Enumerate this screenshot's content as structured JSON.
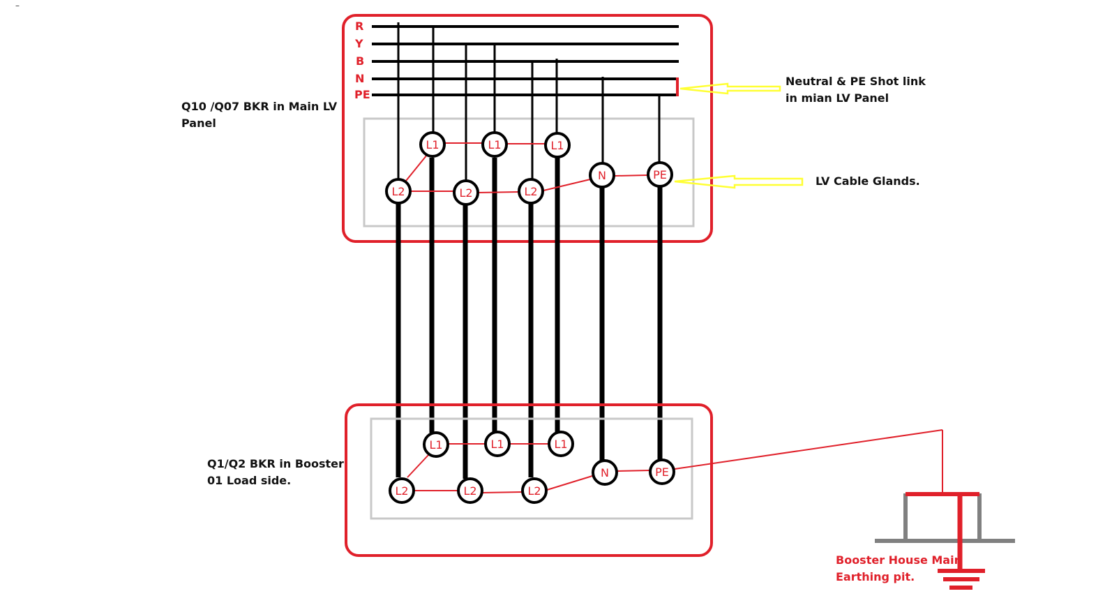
{
  "corner_mark": "–",
  "colors": {
    "panel_border": "#e0202a",
    "gland_box": "#c8c8c8",
    "busbar": "#000000",
    "link_wire": "#e0202a",
    "arrow": "#ffff33",
    "ground_frame": "#808080"
  },
  "bus_labels": [
    "R",
    "Y",
    "B",
    "N",
    "PE"
  ],
  "main_panel": {
    "label_line1": "Q10 /Q07 BKR in Main LV",
    "label_line2": "Panel"
  },
  "booster_panel": {
    "label_line1": "Q1/Q2 BKR in Booster",
    "label_line2": "01 Load side."
  },
  "callouts": {
    "short_link_line1": "Neutral & PE Shot link",
    "short_link_line2": "in mian LV Panel",
    "glands": "LV Cable Glands."
  },
  "earthing": {
    "label_line1": "Booster House Main",
    "label_line2": "Earthing pit."
  },
  "top_terminals": [
    "L1",
    "L1",
    "L1",
    "L2",
    "L2",
    "L2",
    "N",
    "PE"
  ],
  "bottom_terminals": [
    "L1",
    "L1",
    "L1",
    "L2",
    "L2",
    "L2",
    "N",
    "PE"
  ]
}
